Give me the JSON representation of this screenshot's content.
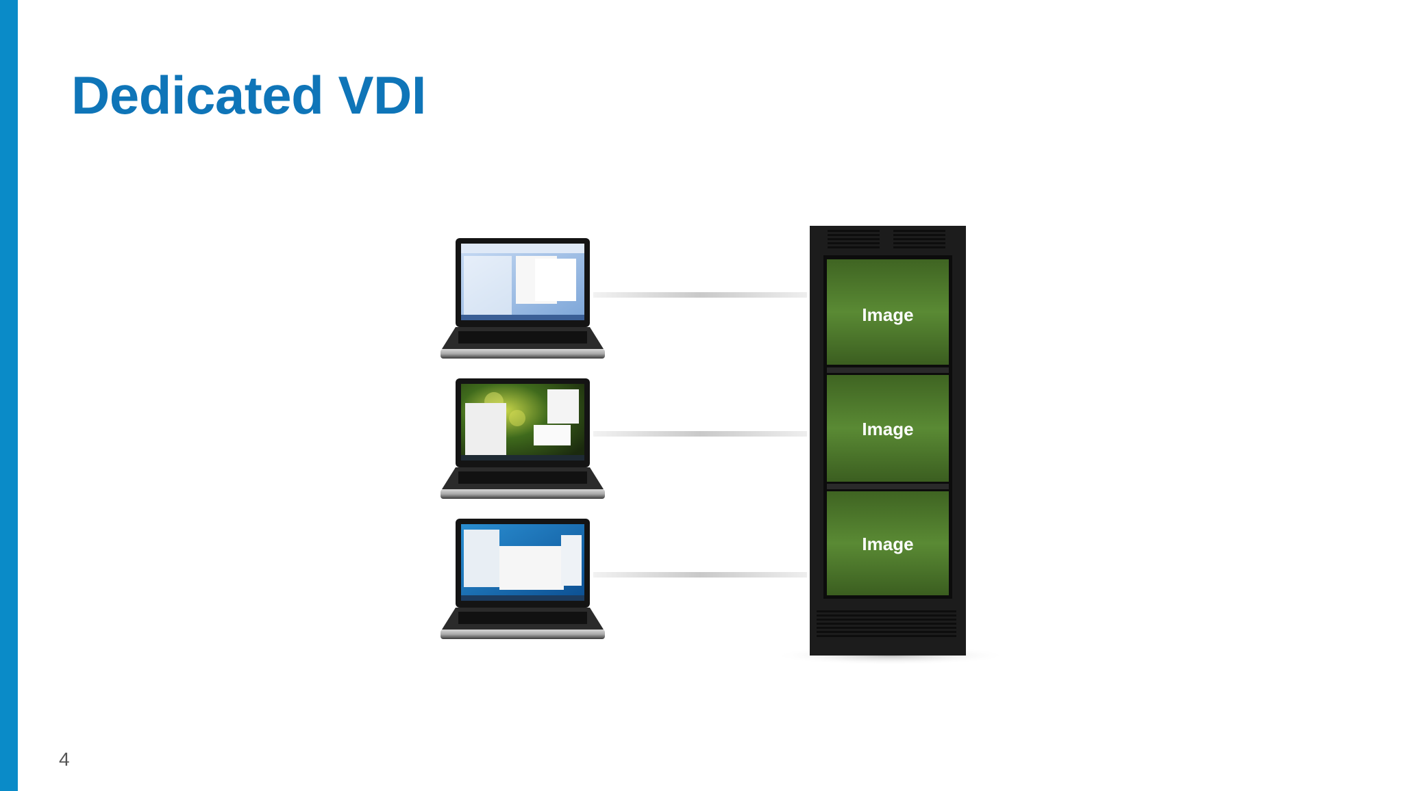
{
  "slide": {
    "title": "Dedicated VDI",
    "page_number": "4"
  },
  "colors": {
    "accent": "#0a8bc8",
    "title": "#0f75b8",
    "server_body": "#1c1c1c",
    "image_slot": "#4f7a2c"
  },
  "diagram": {
    "laptops": [
      {
        "name": "laptop-1",
        "screen": "office-desktop"
      },
      {
        "name": "laptop-2",
        "screen": "bokeh-desktop"
      },
      {
        "name": "laptop-3",
        "screen": "windows-desktop"
      }
    ],
    "server": {
      "slots": [
        {
          "label": "Image"
        },
        {
          "label": "Image"
        },
        {
          "label": "Image"
        }
      ]
    }
  }
}
